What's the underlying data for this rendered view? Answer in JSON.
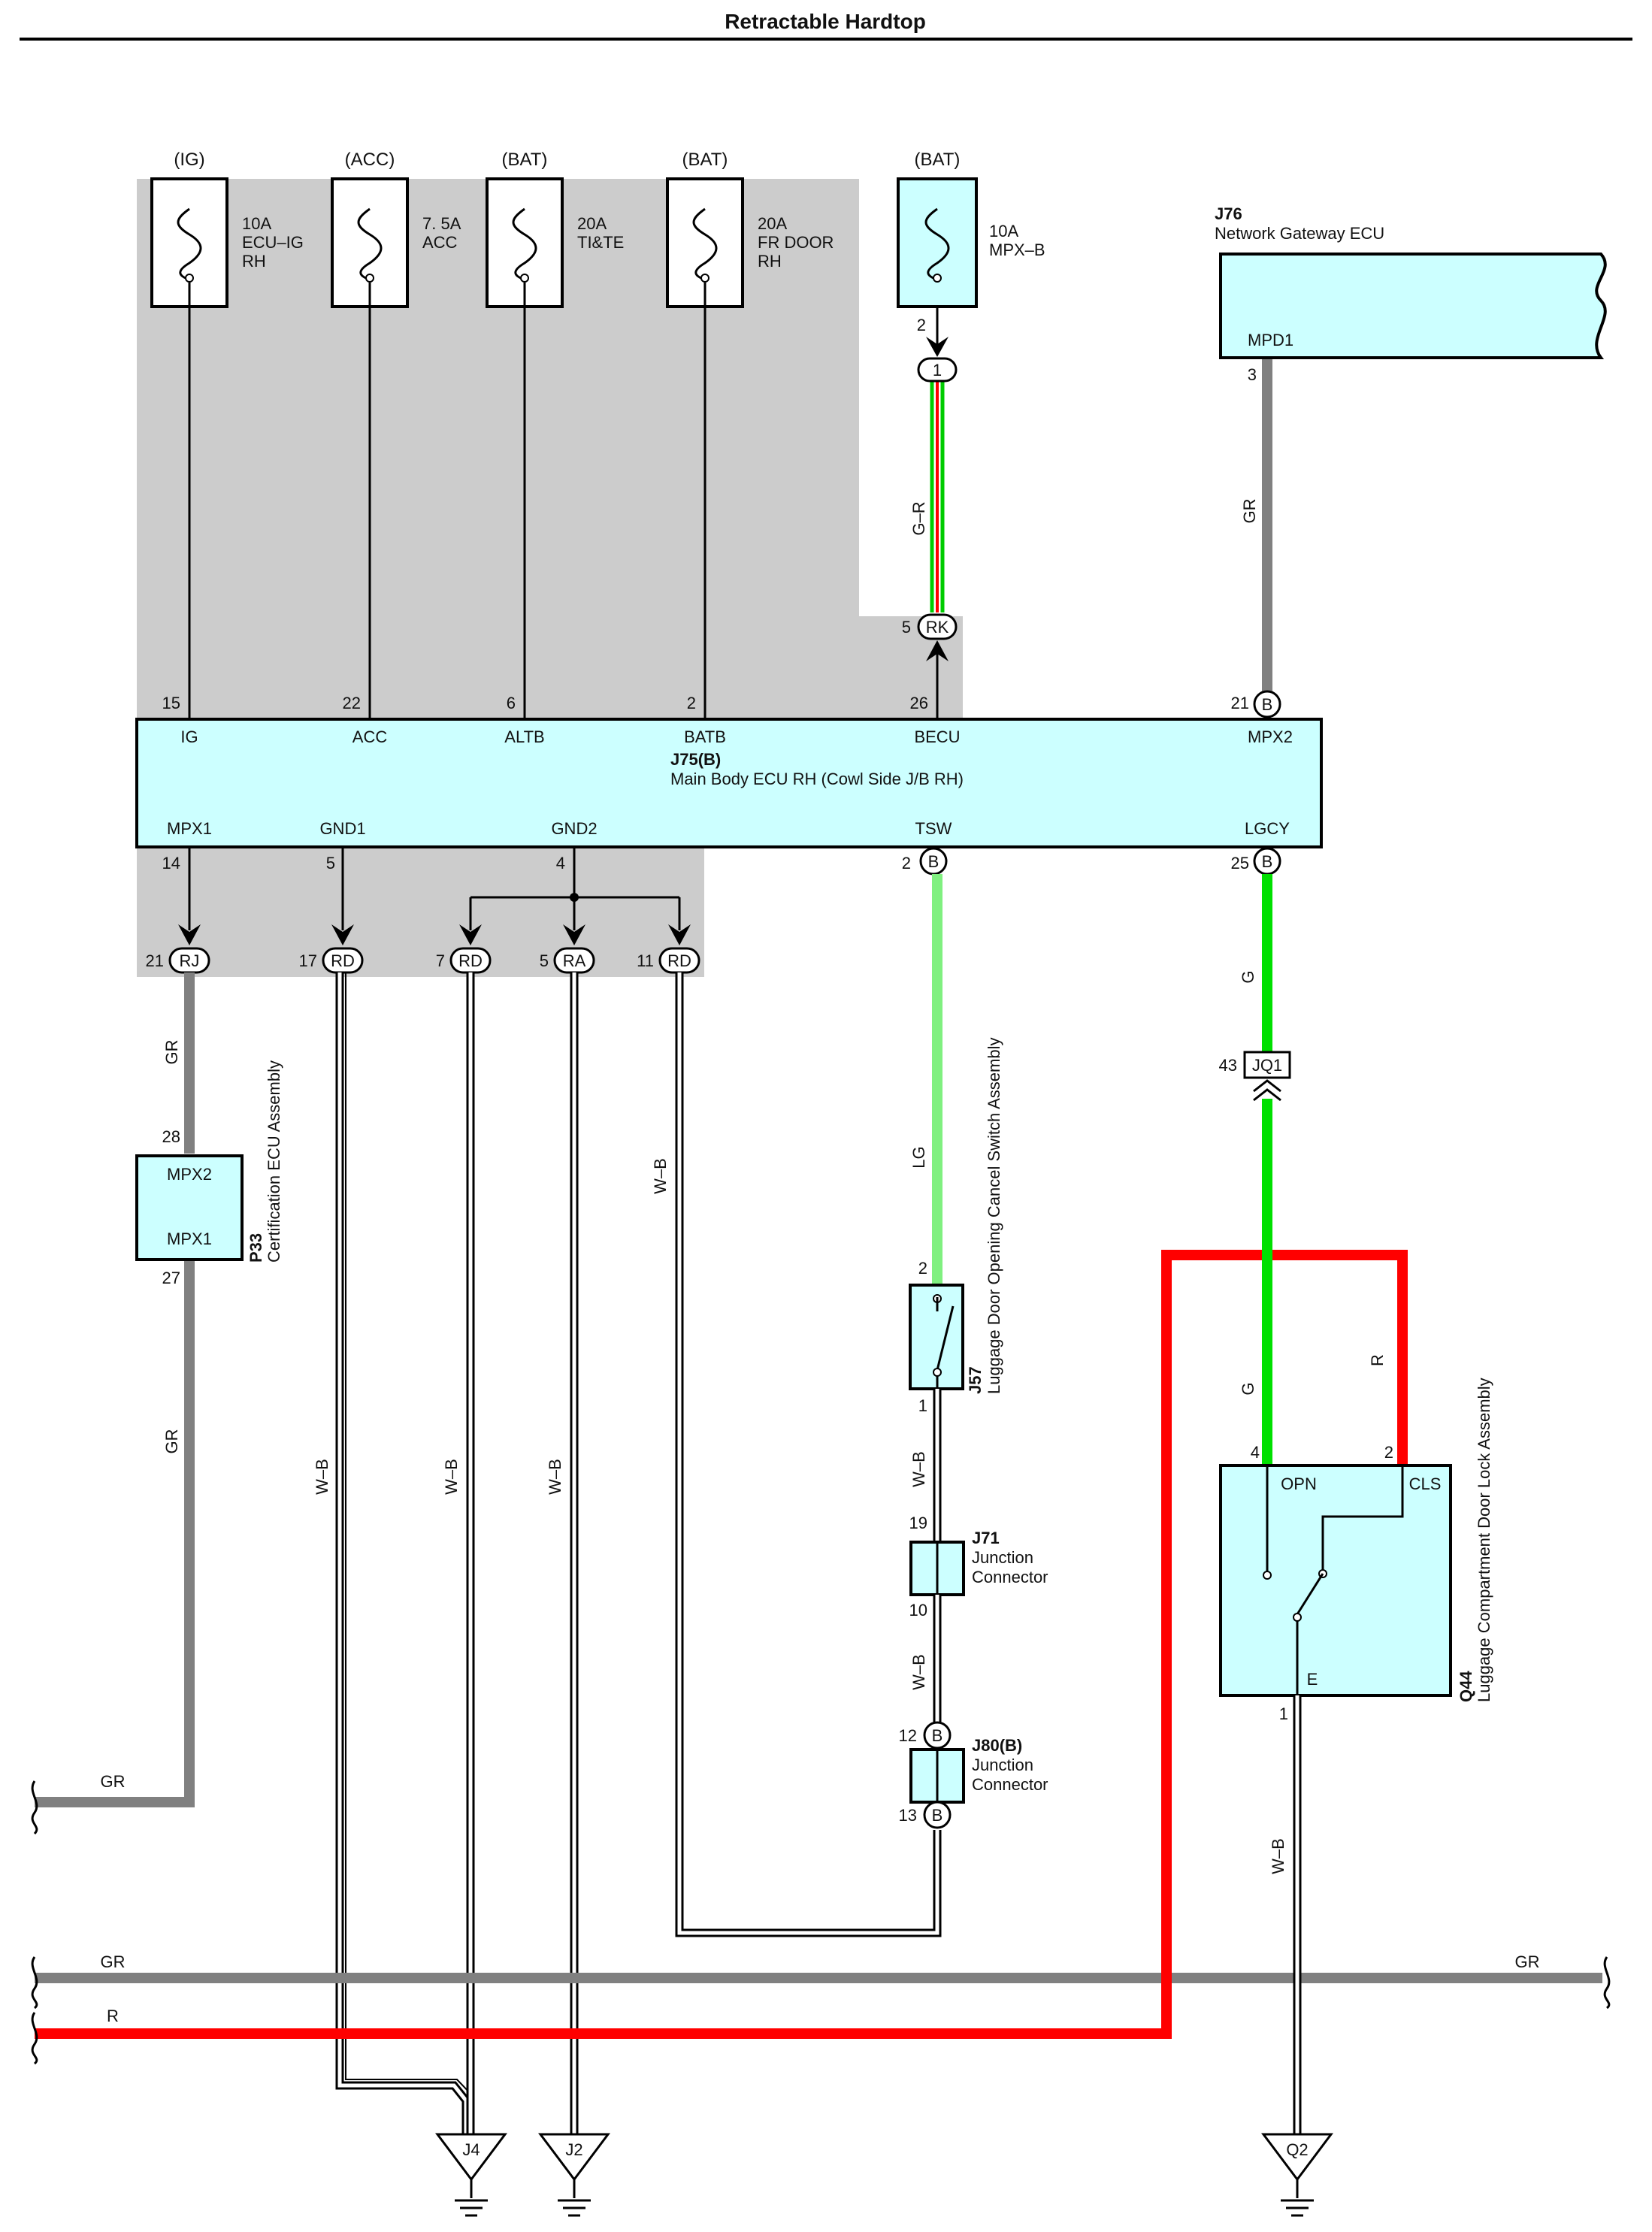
{
  "title": "Retractable Hardtop",
  "fuses": [
    {
      "supply": "(IG)",
      "rating": "10A",
      "name1": "ECU–IG",
      "name2": "RH"
    },
    {
      "supply": "(ACC)",
      "rating": "7. 5A",
      "name1": "ACC",
      "name2": ""
    },
    {
      "supply": "(BAT)",
      "rating": "20A",
      "name1": "TI&TE",
      "name2": ""
    },
    {
      "supply": "(BAT)",
      "rating": "20A",
      "name1": "FR DOOR",
      "name2": "RH"
    },
    {
      "supply": "(BAT)",
      "rating": "10A",
      "name1": "MPX–B",
      "name2": ""
    }
  ],
  "gateway": {
    "id": "J76",
    "name": "Network Gateway ECU",
    "terminal": "MPD1",
    "pin": "3",
    "wire": "GR"
  },
  "main_ecu": {
    "id": "J75(B)",
    "name": "Main Body ECU RH (Cowl Side J/B RH)",
    "top_terminals": [
      {
        "pin": "15",
        "label": "IG"
      },
      {
        "pin": "22",
        "label": "ACC"
      },
      {
        "pin": "6",
        "label": "ALTB"
      },
      {
        "pin": "2",
        "label": "BATB"
      },
      {
        "pin": "26",
        "label": "BECU"
      },
      {
        "pin": "21",
        "label": "MPX2",
        "conn": "B"
      }
    ],
    "bottom_terminals": [
      {
        "pin": "14",
        "label": "MPX1"
      },
      {
        "pin": "5",
        "label": "GND1"
      },
      {
        "pin": "4",
        "label": "GND2"
      },
      {
        "pin": "2",
        "label": "TSW",
        "conn": "B"
      },
      {
        "pin": "25",
        "label": "LGCY",
        "conn": "B"
      }
    ]
  },
  "mpxb_path": {
    "upper_pin": "2",
    "upper_conn": "1",
    "wire": "G–R",
    "lower_pin": "5",
    "lower_conn": "RK"
  },
  "junction_connectors": [
    {
      "pin": "21",
      "conn": "RJ"
    },
    {
      "pin": "17",
      "conn": "RD"
    },
    {
      "pin": "7",
      "conn": "RD"
    },
    {
      "pin": "5",
      "conn": "RA"
    },
    {
      "pin": "11",
      "conn": "RD"
    }
  ],
  "cert_ecu": {
    "id": "P33",
    "name": "Certification ECU Assembly",
    "term_top": "MPX2",
    "pin_top": "28",
    "term_bottom": "MPX1",
    "pin_bottom": "27"
  },
  "wire_labels": {
    "gr": "GR",
    "wb": "W–B",
    "lg": "LG",
    "g": "G",
    "r": "R"
  },
  "cancel_switch": {
    "id": "J57",
    "name": "Luggage Door Opening Cancel Switch Assembly",
    "pin_top": "2",
    "pin_bottom": "1"
  },
  "j71": {
    "id": "J71",
    "name1": "Junction",
    "name2": "Connector",
    "pin_top": "19",
    "pin_bottom": "10"
  },
  "j80": {
    "id": "J80(B)",
    "name1": "Junction",
    "name2": "Connector",
    "pin_top": "12",
    "pin_bottom": "13",
    "conn": "B"
  },
  "jq1": {
    "pin": "43",
    "conn": "JQ1"
  },
  "lock_assembly": {
    "id": "Q44",
    "name": "Luggage Compartment Door Lock Assembly",
    "opn": "OPN",
    "cls": "CLS",
    "e": "E",
    "pin_opn": "4",
    "pin_cls": "2",
    "pin_e": "1"
  },
  "grounds": [
    "J4",
    "J2",
    "Q2"
  ],
  "bus_labels": {
    "gr_left": "GR",
    "gr_right": "GR",
    "r_left": "R",
    "gr_stub": "GR"
  },
  "colors": {
    "gr": "#808080",
    "red": "#ff0000",
    "green": "#00e000",
    "light_green": "#80f080",
    "cyan": "#ccffff",
    "shade": "#cccccc"
  }
}
